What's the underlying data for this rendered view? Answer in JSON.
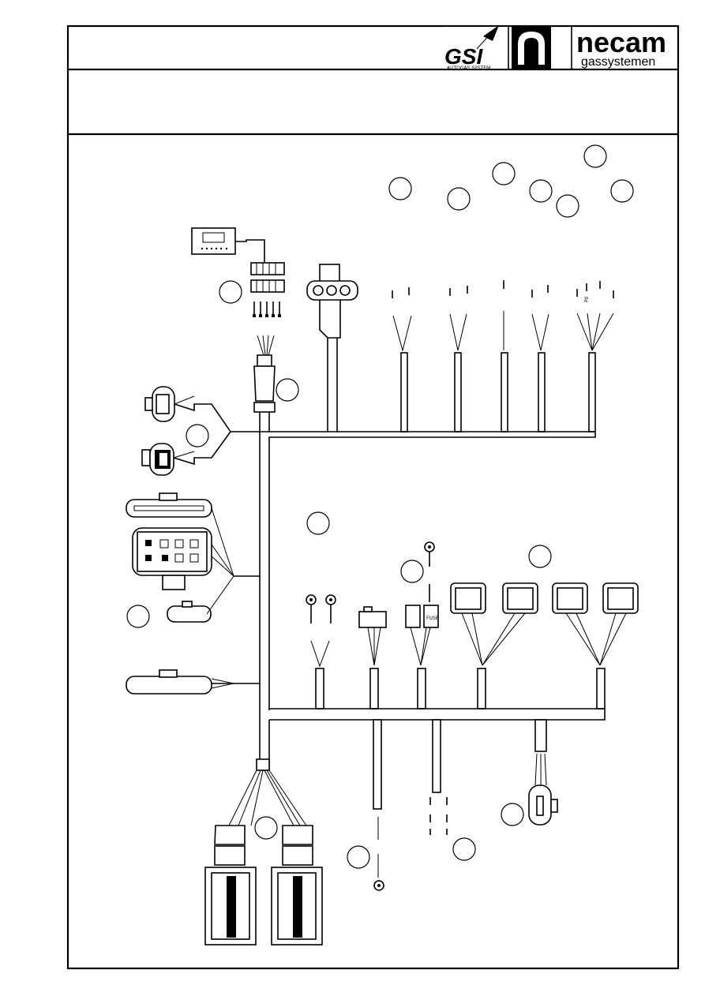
{
  "header": {
    "brand_gsi": "GSI",
    "brand_gsi_sub": "AUTOGAS SYSTEM",
    "brand_necam": "necam",
    "brand_necam_sub": "gassystemen"
  },
  "diagram": {
    "small_labels": {
      "fuse_label": "FUSE",
      "relay_label": "P0"
    },
    "callouts": [
      "",
      "",
      "",
      "",
      "",
      "",
      "",
      "",
      "",
      "",
      "",
      "",
      "",
      "",
      "",
      "",
      ""
    ]
  }
}
